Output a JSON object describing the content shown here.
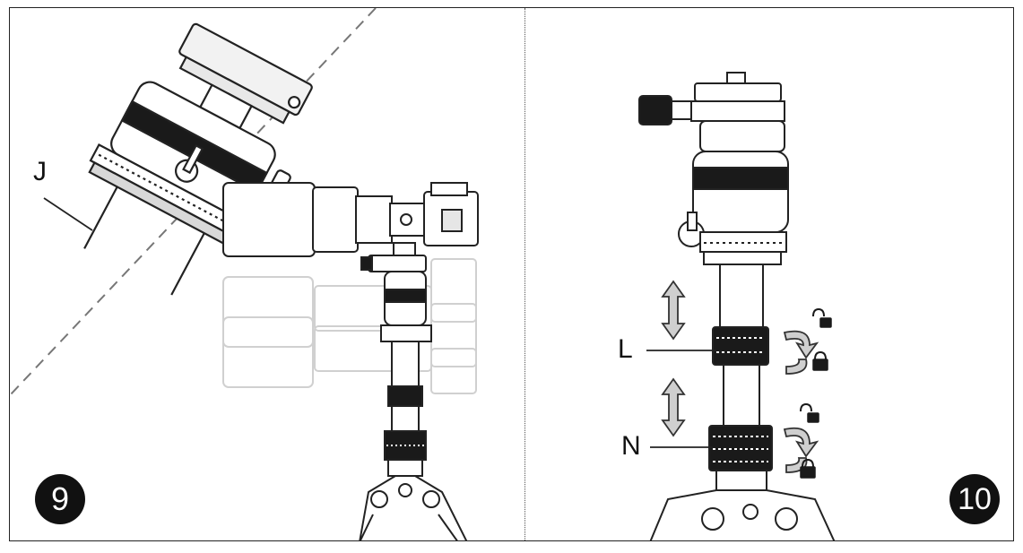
{
  "step_left": {
    "number": "9",
    "callout": "J"
  },
  "step_right": {
    "number": "10",
    "callouts": [
      "L",
      "N"
    ]
  },
  "colors": {
    "line": "#222222",
    "fill_dark": "#1a1a1a",
    "badge": "#111111"
  }
}
